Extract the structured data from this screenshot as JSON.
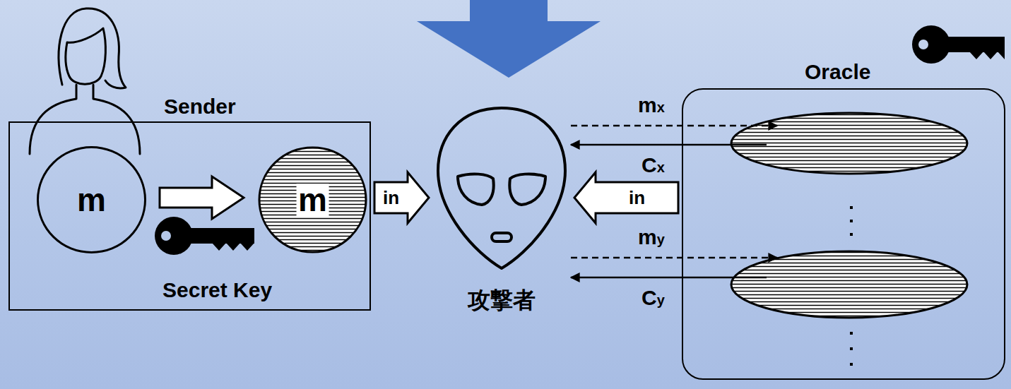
{
  "diagram": {
    "nodes": [
      {
        "text": [
          "Sender",
          "Secret Key"
        ]
      },
      {
        "text": [
          "m"
        ],
        "in": 0
      },
      {
        "text": [
          "m"
        ],
        "in": 0
      },
      {
        "text": [
          "攻撃者"
        ]
      },
      {
        "text": [
          "Oracle"
        ]
      }
    ],
    "edges": [
      {
        "from": 0,
        "to": 3,
        "label": "in",
        "arrow": "to"
      },
      {
        "from": 4,
        "to": 3,
        "label": "in",
        "arrow": "to"
      },
      {
        "from": 3,
        "to": 4,
        "label": "mx",
        "arrow": "to"
      },
      {
        "from": 4,
        "to": 3,
        "label": "Cx",
        "arrow": "to"
      },
      {
        "from": 3,
        "to": 4,
        "label": "my",
        "arrow": "to"
      },
      {
        "from": 4,
        "to": 3,
        "label": "Cy",
        "arrow": "to"
      }
    ]
  }
}
